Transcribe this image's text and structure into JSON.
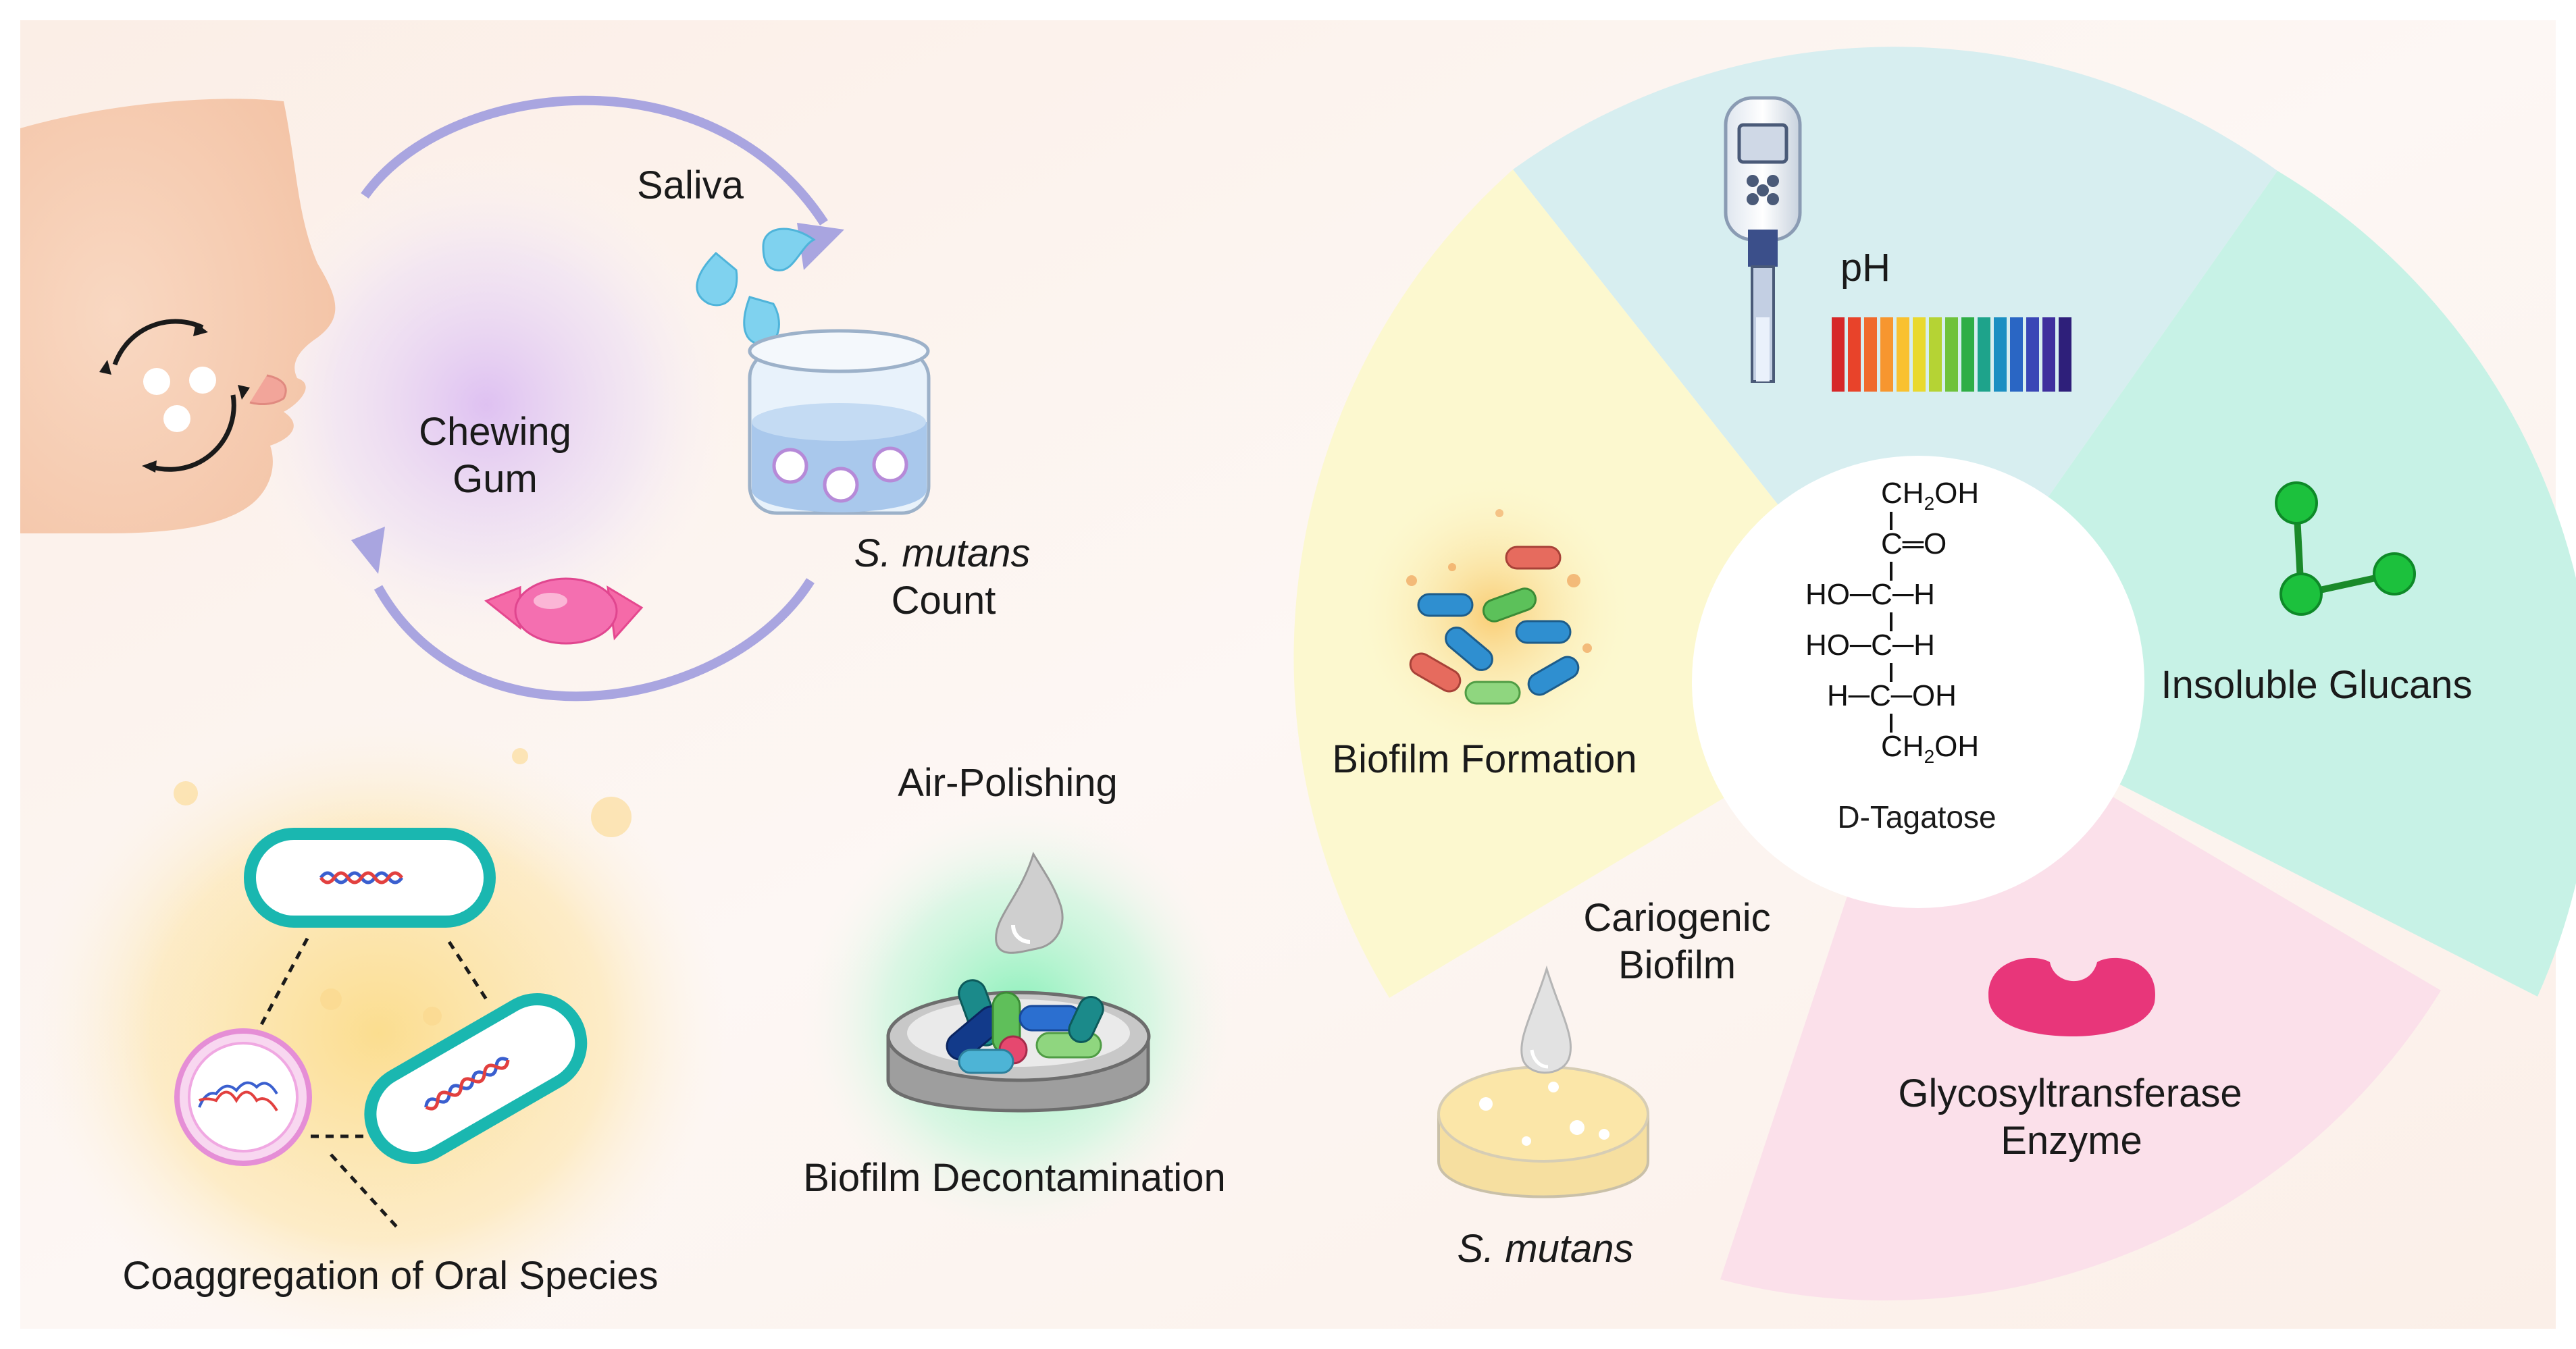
{
  "labels": {
    "saliva": "Saliva",
    "chewing_gum_line1": "Chewing",
    "chewing_gum_line2": "Gum",
    "s_mutans_count_line1": "S. mutans",
    "s_mutans_count_line2": "Count",
    "coaggregation": "Coaggregation of Oral Species",
    "air_polishing": "Air-Polishing",
    "biofilm_decontamination": "Biofilm Decontamination",
    "ph": "pH",
    "biofilm_formation": "Biofilm Formation",
    "insoluble_glucans": "Insoluble Glucans",
    "glycosyltransferase_line1": "Glycosyltransferase",
    "glycosyltransferase_line2": "Enzyme",
    "cariogenic_line1": "Cariogenic",
    "cariogenic_line2": "Biofilm",
    "s_mutans": "S. mutans",
    "d_tagatose": "D-Tagatose"
  },
  "structure": {
    "row1_main": "CH",
    "row1_sub": "2",
    "row1_end": "OH",
    "row2": "C═O",
    "row3": "HO─C─H",
    "row4": "HO─C─H",
    "row5": "H─C─OH",
    "row6_main": "CH",
    "row6_sub": "2",
    "row6_end": "OH"
  },
  "wheel_segments": [
    {
      "name": "pH",
      "color": "#d7eef0"
    },
    {
      "name": "Insoluble Glucans",
      "color": "#c7f2e6"
    },
    {
      "name": "Glycosyltransferase Enzyme",
      "color": "#fbe0ea"
    },
    {
      "name": "Biofilm Formation",
      "color": "#fcf8cf"
    }
  ],
  "icons": [
    "face-profile-icon",
    "cycle-arrows-icon",
    "saliva-drops-icon",
    "beaker-icon",
    "candy-icon",
    "bacteria-coaggregation-icon",
    "drop-icon",
    "petri-dish-icon",
    "ph-meter-icon",
    "ph-scale-icon",
    "bacteria-cluster-icon",
    "glucan-molecule-icon",
    "enzyme-icon",
    "agar-plate-icon"
  ],
  "colors": {
    "cycle_arrow": "#a9a5e0",
    "enzyme": "#e8367a",
    "glucan_node": "#18b53a",
    "ph_scale": [
      "#d62728",
      "#e8432a",
      "#f06a2d",
      "#f7962f",
      "#f9c12f",
      "#e9d92f",
      "#b5d334",
      "#6fc23b",
      "#2fae46",
      "#1ea38b",
      "#1b8fc2",
      "#2a66c4",
      "#3a46b6",
      "#3f2f9e",
      "#2e1f7a"
    ]
  }
}
